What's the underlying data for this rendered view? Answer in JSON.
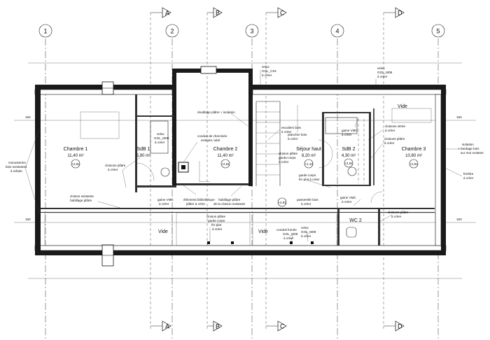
{
  "grid_axes": [
    "1",
    "2",
    "3",
    "4",
    "5"
  ],
  "sections": [
    "A",
    "B",
    "C",
    "D"
  ],
  "rooms": [
    {
      "name": "Chambre 1",
      "area": "11,40 m²",
      "level": "+2,81"
    },
    {
      "name": "SdB 1",
      "area": "5,80 m²",
      "level": ""
    },
    {
      "name": "Chambre 2",
      "area": "11,40 m²",
      "level": "+2,81"
    },
    {
      "name": "Séjour haut",
      "area": "8,20 m²",
      "level": "+1,12"
    },
    {
      "name": "SdB 2",
      "area": "4,30 m²",
      "level": "+2,81"
    },
    {
      "name": "Chambre 3",
      "area": "10,80 m²",
      "level": "+2,81"
    },
    {
      "name": "WC 2",
      "area": "",
      "level": ""
    }
  ],
  "voids": [
    "Vide",
    "Vide",
    "Vide"
  ],
  "levels": {
    "landing": "+2,81",
    "dim_top": "160",
    "dim_bottom": "160",
    "dim_right_top": "160",
    "dim_right_bottom": "160"
  },
  "notes": {
    "velux_top_c": [
      "velux",
      "GGL_C04",
      "à créer"
    ],
    "velux_top_d": [
      "velux",
      "GGL_M08",
      "à créer"
    ],
    "doublage": "doublage plâtre + isolation",
    "conduit": [
      "conduit de cheminée",
      "existant, tubé"
    ],
    "velux_sdb1": [
      "velux",
      "GGL_M08",
      "à créer"
    ],
    "escalier": [
      "escaliers bois",
      "à créer"
    ],
    "plancher": [
      "plancher bois",
      "à créer"
    ],
    "cloison_gc": [
      "cloison plâtre",
      "garde-corps",
      "à créer"
    ],
    "garde_corps": [
      "garde corps",
      "fer plat à créer"
    ],
    "gaine_sdb2": [
      "gaine VMC",
      "à créer"
    ],
    "cloison_vitree": [
      "cloisons vitrée",
      "à créer"
    ],
    "cloison_plat_r": [
      "cloisons plâtre",
      "à créer"
    ],
    "montants": [
      "menuiseries",
      "bois existantes",
      "à refaire"
    ],
    "cloison_plat_l": [
      "cloisons plâtre",
      "à créer"
    ],
    "cloison_exist": [
      "cloison existante",
      "habillage plâtre"
    ],
    "gaine_sdb1": [
      "gaine VMC",
      "à créer"
    ],
    "elements": [
      "éléments bibliothèque",
      "plâtre à créer"
    ],
    "habillage": [
      "habillage plâtre",
      "de la cloison existante"
    ],
    "passerelle": [
      "passerelle bois",
      "à créer"
    ],
    "isolation_r": [
      "isolation",
      "+ bardage bois",
      "sur mur existant"
    ],
    "fenetre": [
      "fenêtre",
      "à créer"
    ],
    "cloison_wc": [
      "cloisons plâtre",
      "à créer"
    ],
    "cloison_bas": [
      "cloison plâtre",
      "garde corps",
      "fer plat",
      "à créer"
    ],
    "conduit_fumee": [
      "conduit fumée",
      "GGL_M08",
      "à créer"
    ],
    "velux_bas": [
      "velux",
      "GGL_M08",
      "à créer"
    ],
    "gaine_wc": [
      "gaine VMC",
      "à créer"
    ]
  }
}
